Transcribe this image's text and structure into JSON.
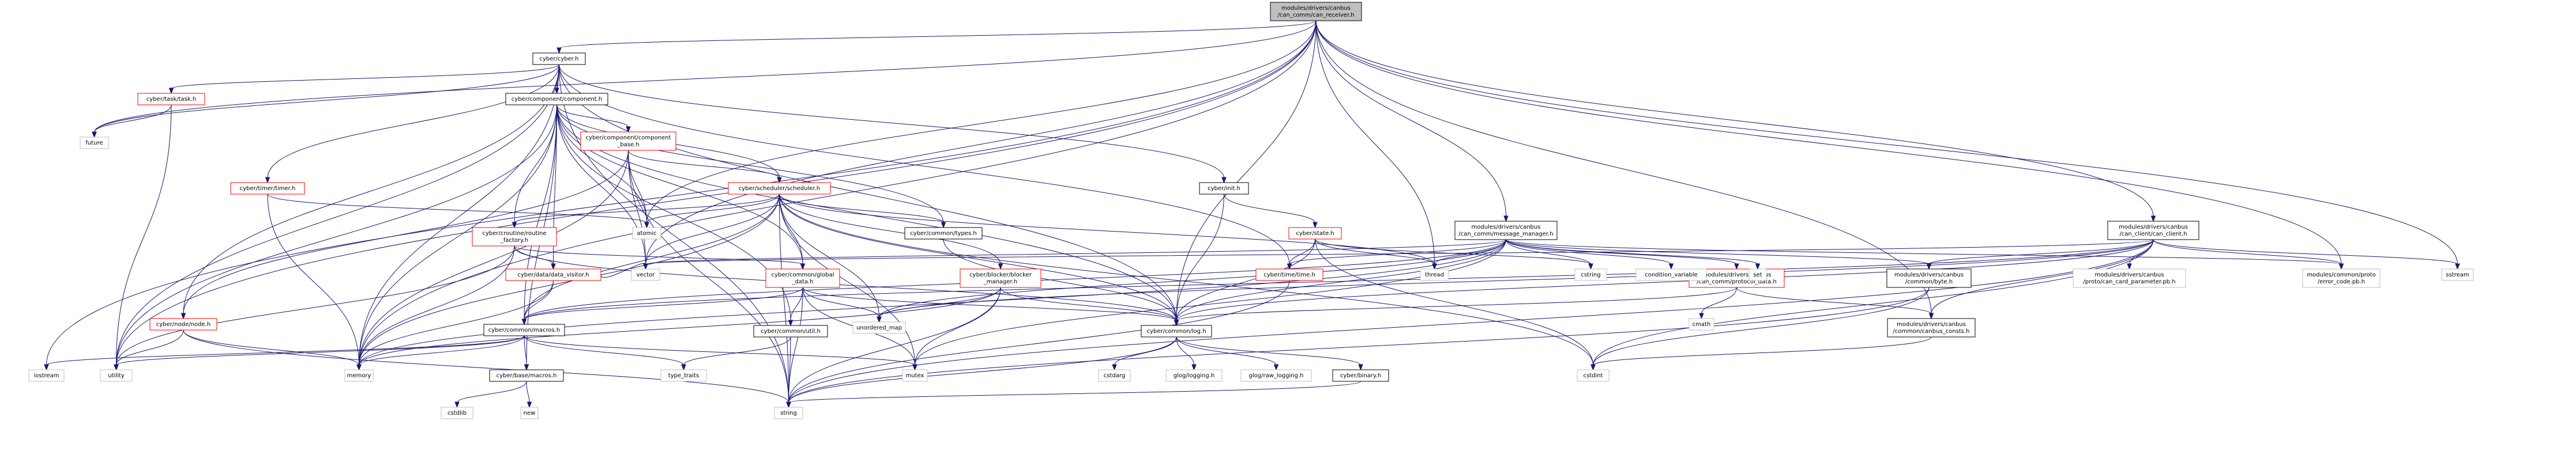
{
  "graph": {
    "nodes": [
      {
        "id": "root",
        "lines": [
          "modules/drivers/canbus",
          "/can_comm/can_receiver.h"
        ],
        "style": "root",
        "name": "node-can-receiver-h",
        "interactable": false
      },
      {
        "id": "cyber_h",
        "lines": [
          "cyber/cyber.h"
        ],
        "style": "link",
        "name": "node-cyber-h"
      },
      {
        "id": "task",
        "lines": [
          "cyber/task/task.h"
        ],
        "style": "red",
        "name": "node-task-h"
      },
      {
        "id": "component",
        "lines": [
          "cyber/component/component.h"
        ],
        "style": "link",
        "name": "node-component-h"
      },
      {
        "id": "compbase",
        "lines": [
          "cyber/component/component",
          "_base.h"
        ],
        "style": "red",
        "name": "node-component-base-h"
      },
      {
        "id": "timer",
        "lines": [
          "cyber/timer/timer.h"
        ],
        "style": "red",
        "name": "node-timer-h"
      },
      {
        "id": "scheduler",
        "lines": [
          "cyber/scheduler/scheduler.h"
        ],
        "style": "red",
        "name": "node-scheduler-h"
      },
      {
        "id": "init",
        "lines": [
          "cyber/init.h"
        ],
        "style": "link",
        "name": "node-init-h"
      },
      {
        "id": "routine",
        "lines": [
          "cyber/croutine/routine",
          "_factory.h"
        ],
        "style": "red",
        "name": "node-routine-factory-h"
      },
      {
        "id": "datavisitor",
        "lines": [
          "cyber/data/data_visitor.h"
        ],
        "style": "red",
        "name": "node-data-visitor-h"
      },
      {
        "id": "state",
        "lines": [
          "cyber/state.h"
        ],
        "style": "red",
        "name": "node-state-h"
      },
      {
        "id": "types",
        "lines": [
          "cyber/common/types.h"
        ],
        "style": "link",
        "name": "node-types-h"
      },
      {
        "id": "globaldata",
        "lines": [
          "cyber/common/global",
          "_data.h"
        ],
        "style": "red",
        "name": "node-global-data-h"
      },
      {
        "id": "blockermgr",
        "lines": [
          "cyber/blocker/blocker",
          "_manager.h"
        ],
        "style": "red",
        "name": "node-blocker-manager-h"
      },
      {
        "id": "timeh",
        "lines": [
          "cyber/time/time.h"
        ],
        "style": "red",
        "name": "node-time-h"
      },
      {
        "id": "nodeh",
        "lines": [
          "cyber/node/node.h"
        ],
        "style": "red",
        "name": "node-node-h"
      },
      {
        "id": "macros",
        "lines": [
          "cyber/common/macros.h"
        ],
        "style": "link",
        "name": "node-common-macros-h"
      },
      {
        "id": "util",
        "lines": [
          "cyber/common/util.h"
        ],
        "style": "link",
        "name": "node-util-h"
      },
      {
        "id": "log",
        "lines": [
          "cyber/common/log.h"
        ],
        "style": "link",
        "name": "node-log-h"
      },
      {
        "id": "basemacros",
        "lines": [
          "cyber/base/macros.h"
        ],
        "style": "link",
        "name": "node-base-macros-h"
      },
      {
        "id": "binary",
        "lines": [
          "cyber/binary.h"
        ],
        "style": "link",
        "name": "node-binary-h"
      },
      {
        "id": "msgmgr",
        "lines": [
          "modules/drivers/canbus",
          "/can_comm/message_manager.h"
        ],
        "style": "link",
        "name": "node-message-manager-h"
      },
      {
        "id": "protocol",
        "lines": [
          "modules/drivers/canbus",
          "/can_comm/protocol_data.h"
        ],
        "style": "red",
        "name": "node-protocol-data-h"
      },
      {
        "id": "byte",
        "lines": [
          "modules/drivers/canbus",
          "/common/byte.h"
        ],
        "style": "link",
        "name": "node-byte-h"
      },
      {
        "id": "consts",
        "lines": [
          "modules/drivers/canbus",
          "/common/canbus_consts.h"
        ],
        "style": "link",
        "name": "node-canbus-consts-h"
      },
      {
        "id": "canclient",
        "lines": [
          "modules/drivers/canbus",
          "/can_client/can_client.h"
        ],
        "style": "link",
        "name": "node-can-client-h"
      },
      {
        "id": "cardparam",
        "lines": [
          "modules/drivers/canbus",
          "/proto/can_card_parameter.pb.h"
        ],
        "style": "gray",
        "name": "node-can-card-parameter-pb-h"
      },
      {
        "id": "errorcode",
        "lines": [
          "modules/common/proto",
          "/error_code.pb.h"
        ],
        "style": "gray",
        "name": "node-error-code-pb-h"
      },
      {
        "id": "future",
        "lines": [
          "future"
        ],
        "style": "gray",
        "name": "node-future"
      },
      {
        "id": "iostream",
        "lines": [
          "iostream"
        ],
        "style": "gray",
        "name": "node-iostream"
      },
      {
        "id": "utility",
        "lines": [
          "utility"
        ],
        "style": "gray",
        "name": "node-utility"
      },
      {
        "id": "memory",
        "lines": [
          "memory"
        ],
        "style": "gray",
        "name": "node-memory"
      },
      {
        "id": "atomic",
        "lines": [
          "atomic"
        ],
        "style": "gray",
        "name": "node-atomic"
      },
      {
        "id": "vector",
        "lines": [
          "vector"
        ],
        "style": "gray",
        "name": "node-vector"
      },
      {
        "id": "type_traits",
        "lines": [
          "type_traits"
        ],
        "style": "gray",
        "name": "node-type-traits"
      },
      {
        "id": "cstdlib",
        "lines": [
          "cstdlib"
        ],
        "style": "gray",
        "name": "node-cstdlib"
      },
      {
        "id": "new",
        "lines": [
          "new"
        ],
        "style": "gray",
        "name": "node-new"
      },
      {
        "id": "string",
        "lines": [
          "string"
        ],
        "style": "gray",
        "name": "node-string"
      },
      {
        "id": "unordered_map",
        "lines": [
          "unordered_map"
        ],
        "style": "gray",
        "name": "node-unordered-map"
      },
      {
        "id": "mutex",
        "lines": [
          "mutex"
        ],
        "style": "gray",
        "name": "node-mutex"
      },
      {
        "id": "cstdarg",
        "lines": [
          "cstdarg"
        ],
        "style": "gray",
        "name": "node-cstdarg"
      },
      {
        "id": "glog",
        "lines": [
          "glog/logging.h"
        ],
        "style": "gray",
        "name": "node-glog-logging-h"
      },
      {
        "id": "glograw",
        "lines": [
          "glog/raw_logging.h"
        ],
        "style": "gray",
        "name": "node-glog-raw-logging-h"
      },
      {
        "id": "thread",
        "lines": [
          "thread"
        ],
        "style": "gray",
        "name": "node-thread"
      },
      {
        "id": "cstring",
        "lines": [
          "cstring"
        ],
        "style": "gray",
        "name": "node-cstring"
      },
      {
        "id": "condvar",
        "lines": [
          "condition_variable"
        ],
        "style": "gray",
        "name": "node-condition-variable"
      },
      {
        "id": "set",
        "lines": [
          "set"
        ],
        "style": "gray",
        "name": "node-set"
      },
      {
        "id": "cmath",
        "lines": [
          "cmath"
        ],
        "style": "gray",
        "name": "node-cmath"
      },
      {
        "id": "cstdint",
        "lines": [
          "cstdint"
        ],
        "style": "gray",
        "name": "node-cstdint"
      },
      {
        "id": "sstream",
        "lines": [
          "sstream"
        ],
        "style": "gray",
        "name": "node-sstream"
      }
    ],
    "edges": [
      [
        "root",
        "cyber_h"
      ],
      [
        "root",
        "future"
      ],
      [
        "root",
        "iostream"
      ],
      [
        "root",
        "utility"
      ],
      [
        "root",
        "memory"
      ],
      [
        "root",
        "vector"
      ],
      [
        "root",
        "atomic"
      ],
      [
        "root",
        "thread"
      ],
      [
        "root",
        "msgmgr"
      ],
      [
        "root",
        "canclient"
      ],
      [
        "root",
        "errorcode"
      ],
      [
        "root",
        "sstream"
      ],
      [
        "root",
        "log"
      ],
      [
        "root",
        "consts"
      ],
      [
        "cyber_h",
        "task"
      ],
      [
        "cyber_h",
        "component"
      ],
      [
        "cyber_h",
        "timer"
      ],
      [
        "cyber_h",
        "init"
      ],
      [
        "cyber_h",
        "nodeh"
      ],
      [
        "cyber_h",
        "future"
      ],
      [
        "cyber_h",
        "utility"
      ],
      [
        "cyber_h",
        "memory"
      ],
      [
        "cyber_h",
        "string"
      ],
      [
        "cyber_h",
        "log"
      ],
      [
        "cyber_h",
        "timeh"
      ],
      [
        "task",
        "future"
      ],
      [
        "task",
        "utility"
      ],
      [
        "component",
        "compbase"
      ],
      [
        "component",
        "scheduler"
      ],
      [
        "component",
        "routine"
      ],
      [
        "component",
        "datavisitor"
      ],
      [
        "component",
        "types"
      ],
      [
        "component",
        "globaldata"
      ],
      [
        "component",
        "util"
      ],
      [
        "component",
        "log"
      ],
      [
        "component",
        "macros"
      ],
      [
        "component",
        "memory"
      ],
      [
        "component",
        "utility"
      ],
      [
        "component",
        "vector"
      ],
      [
        "component",
        "atomic"
      ],
      [
        "component",
        "basemacros"
      ],
      [
        "compbase",
        "scheduler"
      ],
      [
        "compbase",
        "nodeh"
      ],
      [
        "compbase",
        "atomic"
      ],
      [
        "compbase",
        "memory"
      ],
      [
        "compbase",
        "vector"
      ],
      [
        "compbase",
        "string"
      ],
      [
        "timer",
        "atomic"
      ],
      [
        "timer",
        "memory"
      ],
      [
        "scheduler",
        "routine"
      ],
      [
        "scheduler",
        "types"
      ],
      [
        "scheduler",
        "globaldata"
      ],
      [
        "scheduler",
        "blockermgr"
      ],
      [
        "scheduler",
        "macros"
      ],
      [
        "scheduler",
        "log"
      ],
      [
        "scheduler",
        "atomic"
      ],
      [
        "scheduler",
        "memory"
      ],
      [
        "scheduler",
        "mutex"
      ],
      [
        "scheduler",
        "string"
      ],
      [
        "scheduler",
        "thread"
      ],
      [
        "scheduler",
        "unordered_map"
      ],
      [
        "scheduler",
        "vector"
      ],
      [
        "scheduler",
        "cstdint"
      ],
      [
        "init",
        "state"
      ],
      [
        "init",
        "log"
      ],
      [
        "routine",
        "datavisitor"
      ],
      [
        "routine",
        "globaldata"
      ],
      [
        "routine",
        "log"
      ],
      [
        "routine",
        "memory"
      ],
      [
        "routine",
        "utility"
      ],
      [
        "datavisitor",
        "macros"
      ],
      [
        "datavisitor",
        "vector"
      ],
      [
        "datavisitor",
        "memory"
      ],
      [
        "state",
        "timeh"
      ],
      [
        "state",
        "log"
      ],
      [
        "state",
        "thread"
      ],
      [
        "state",
        "cstring"
      ],
      [
        "state",
        "cstdint"
      ],
      [
        "types",
        "log"
      ],
      [
        "globaldata",
        "macros"
      ],
      [
        "globaldata",
        "util"
      ],
      [
        "globaldata",
        "log"
      ],
      [
        "globaldata",
        "unordered_map"
      ],
      [
        "globaldata",
        "string"
      ],
      [
        "globaldata",
        "mutex"
      ],
      [
        "blockermgr",
        "log"
      ],
      [
        "blockermgr",
        "memory"
      ],
      [
        "blockermgr",
        "mutex"
      ],
      [
        "blockermgr",
        "string"
      ],
      [
        "blockermgr",
        "unordered_map"
      ],
      [
        "timeh",
        "string"
      ],
      [
        "nodeh",
        "memory"
      ],
      [
        "nodeh",
        "string"
      ],
      [
        "nodeh",
        "utility"
      ],
      [
        "macros",
        "basemacros"
      ],
      [
        "macros",
        "iostream"
      ],
      [
        "macros",
        "memory"
      ],
      [
        "macros",
        "mutex"
      ],
      [
        "macros",
        "type_traits"
      ],
      [
        "macros",
        "utility"
      ],
      [
        "util",
        "string"
      ],
      [
        "util",
        "type_traits"
      ],
      [
        "log",
        "cstdarg"
      ],
      [
        "log",
        "glog"
      ],
      [
        "log",
        "glograw"
      ],
      [
        "log",
        "binary"
      ],
      [
        "log",
        "string"
      ],
      [
        "basemacros",
        "cstdlib"
      ],
      [
        "basemacros",
        "new"
      ],
      [
        "binary",
        "string"
      ],
      [
        "msgmgr",
        "protocol"
      ],
      [
        "msgmgr",
        "byte"
      ],
      [
        "msgmgr",
        "errorcode"
      ],
      [
        "msgmgr",
        "timeh"
      ],
      [
        "msgmgr",
        "log"
      ],
      [
        "msgmgr",
        "macros"
      ],
      [
        "msgmgr",
        "memory"
      ],
      [
        "msgmgr",
        "mutex"
      ],
      [
        "msgmgr",
        "thread"
      ],
      [
        "msgmgr",
        "set"
      ],
      [
        "msgmgr",
        "condvar"
      ],
      [
        "msgmgr",
        "cstring"
      ],
      [
        "msgmgr",
        "unordered_map"
      ],
      [
        "msgmgr",
        "vector"
      ],
      [
        "protocol",
        "consts"
      ],
      [
        "protocol",
        "cmath"
      ],
      [
        "protocol",
        "log"
      ],
      [
        "byte",
        "string"
      ],
      [
        "byte",
        "cstdint"
      ],
      [
        "consts",
        "cstdint"
      ],
      [
        "canclient",
        "byte"
      ],
      [
        "canclient",
        "consts"
      ],
      [
        "canclient",
        "cardparam"
      ],
      [
        "canclient",
        "errorcode"
      ],
      [
        "canclient",
        "log"
      ],
      [
        "canclient",
        "macros"
      ],
      [
        "canclient",
        "cstdint"
      ],
      [
        "canclient",
        "string"
      ],
      [
        "canclient",
        "sstream"
      ],
      [
        "canclient",
        "unordered_map"
      ],
      [
        "canclient",
        "vector"
      ]
    ]
  },
  "colors": {
    "edge": "#191970",
    "root_fill": "#bfbfbf",
    "root_border": "#000000",
    "link_fill": "#ffffff",
    "link_border": "#000000",
    "red_border": "#ff0000",
    "gray_border": "#bfbfbf",
    "page_background": "#ffffff"
  }
}
